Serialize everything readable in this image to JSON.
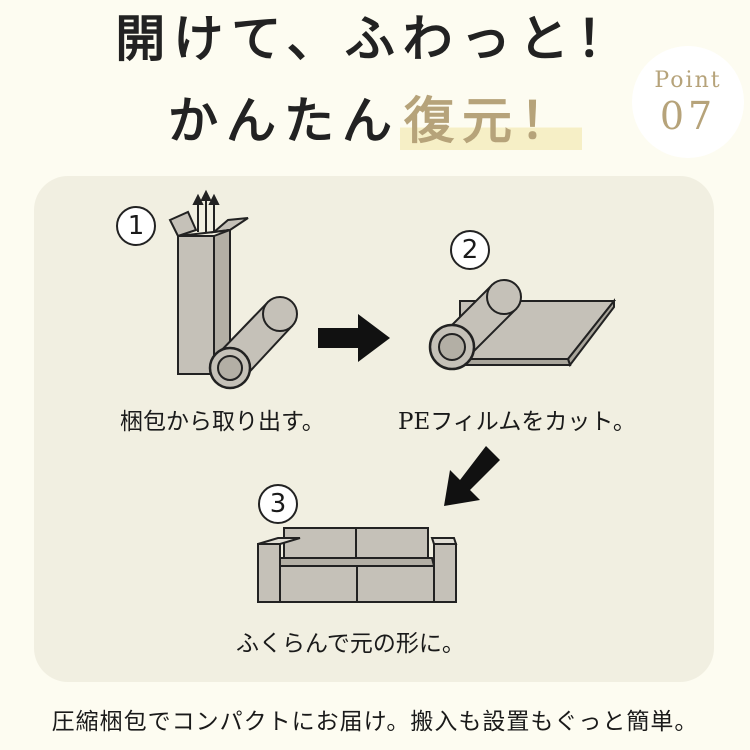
{
  "headline": {
    "line1": "開けて、ふわっと！",
    "line2_plain": "かんたん",
    "line2_highlight": "復元！"
  },
  "badge": {
    "word": "Point",
    "number": "07"
  },
  "steps": [
    {
      "number": "1",
      "caption": "梱包から取り出す。"
    },
    {
      "number": "2",
      "caption": "PEフィルムをカット。"
    },
    {
      "number": "3",
      "caption": "ふくらんで元の形に。"
    }
  ],
  "footer": {
    "text": "圧縮梱包でコンパクトにお届け。搬入も設置もぐっと簡単。"
  },
  "colors": {
    "background": "#fdfcf1",
    "panel": "#f1efe1",
    "accent": "#b6a37a",
    "product_fill": "#c5c1b8",
    "outline": "#222222"
  },
  "icons": [
    "arrow-right-icon",
    "arrow-down-left-icon",
    "box-with-roll-icon",
    "unrolled-mattress-icon",
    "sofa-icon"
  ]
}
